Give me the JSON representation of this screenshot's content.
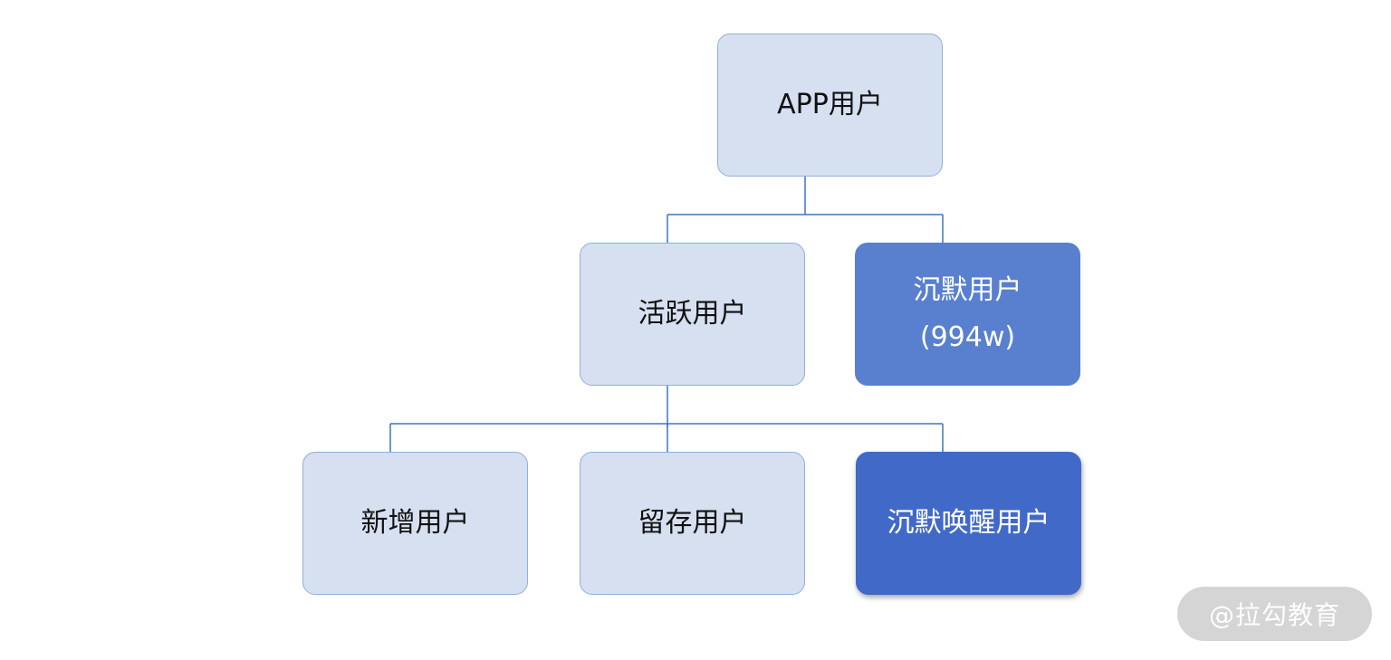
{
  "nodes": {
    "app_users": {
      "label": "APP用户"
    },
    "active_users": {
      "label": "活跃用户"
    },
    "silent_users": {
      "label": "沉默用户",
      "count": "(994w)"
    },
    "new_users": {
      "label": "新增用户"
    },
    "retained_users": {
      "label": "留存用户"
    },
    "silent_awakened_users": {
      "label": "沉默唤醒用户"
    }
  },
  "edges": [
    {
      "from": "APP用户",
      "to": "活跃用户"
    },
    {
      "from": "APP用户",
      "to": "沉默用户"
    },
    {
      "from": "活跃用户",
      "to": "新增用户"
    },
    {
      "from": "活跃用户",
      "to": "留存用户"
    },
    {
      "from": "活跃用户",
      "to": "沉默唤醒用户"
    }
  ],
  "watermark": {
    "text": "@拉勾教育"
  },
  "colors": {
    "light_node_fill": "#d6e0f1",
    "light_node_border": "#8fb0de",
    "mid_node_fill": "#5980cf",
    "dark_node_fill": "#4169c8",
    "connector": "#3f74c0"
  }
}
